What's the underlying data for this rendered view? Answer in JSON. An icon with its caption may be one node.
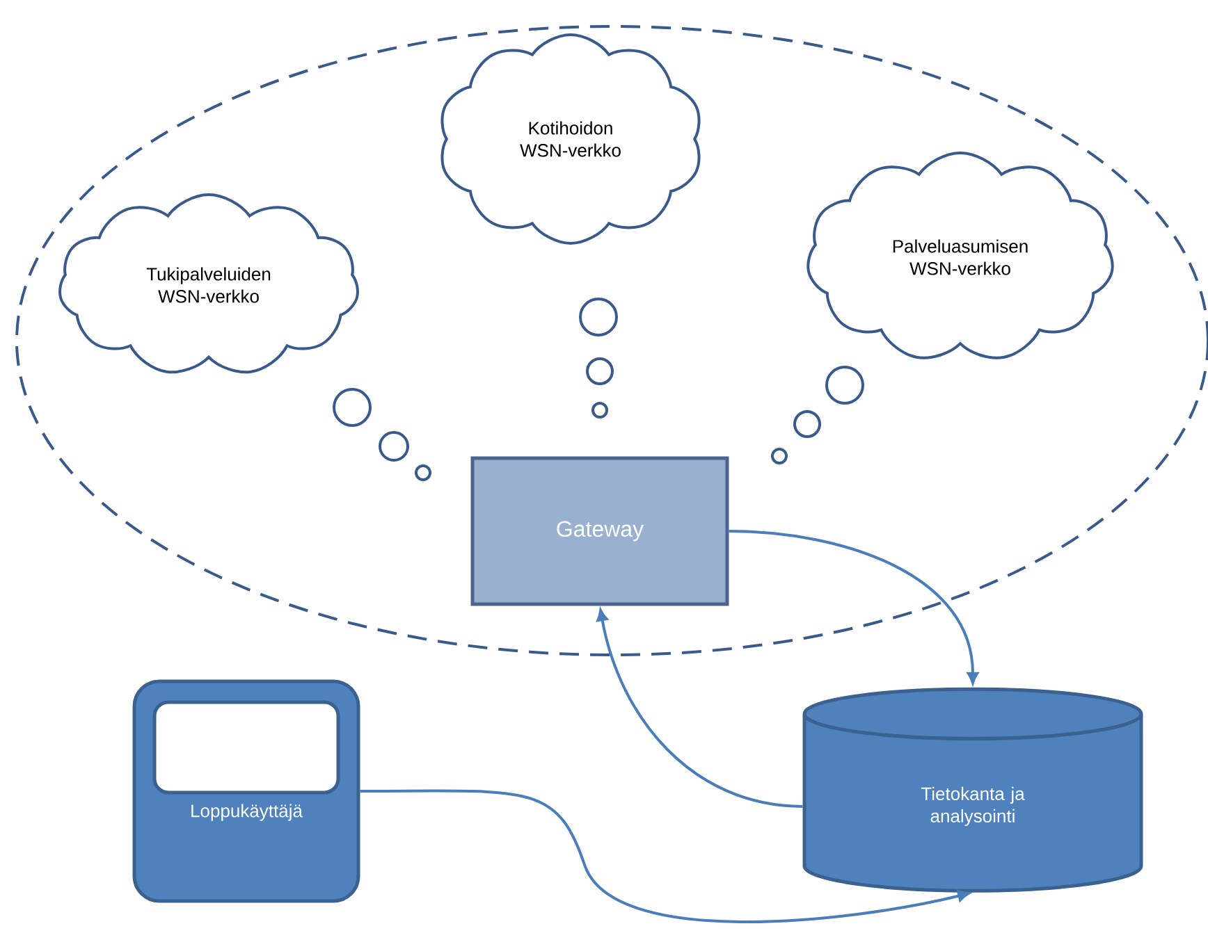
{
  "diagram": {
    "nodes": [
      {
        "text": [],
        "shape": "ellipse"
      },
      {
        "text": [
          "Tukipalveluiden WSN-verkko"
        ],
        "in": 0
      },
      {
        "text": [
          "Kotihoidon WSN-verkko"
        ],
        "in": 0
      },
      {
        "text": [
          "Palveluasumisen WSN-verkko"
        ],
        "in": 0
      },
      {
        "text": [
          "Gateway"
        ],
        "in": 0
      },
      {
        "text": [
          "Loppukäyttäjä"
        ]
      },
      {
        "text": [
          "Tietokanta ja analysointi"
        ]
      }
    ],
    "edges": [
      {
        "from": 4,
        "to": 6,
        "arrow": "to"
      },
      {
        "from": 6,
        "to": 4,
        "arrow": "to"
      },
      {
        "from": 5,
        "to": 6,
        "arrow": "to"
      }
    ]
  }
}
